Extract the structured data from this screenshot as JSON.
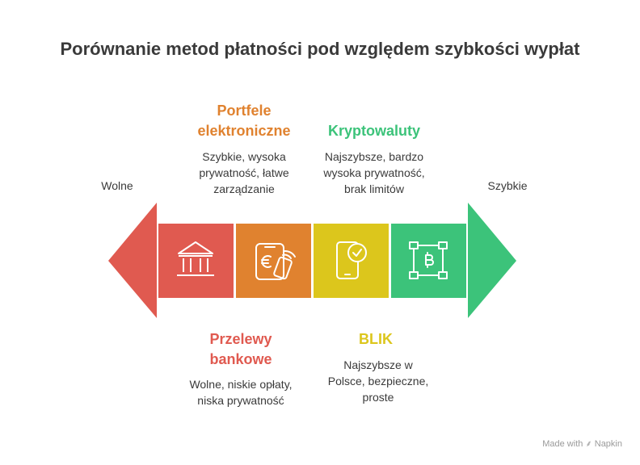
{
  "title": "Porównanie metod płatności pod względem szybkości wypłat",
  "scale": {
    "left_label": "Wolne",
    "right_label": "Szybkie"
  },
  "methods": [
    {
      "name": "Przelewy bankowe",
      "line1": "Przelewy",
      "line2": "bankowe",
      "desc1": "Wolne, niskie opłaty,",
      "desc2": "niska prywatność",
      "color": "#e05a50",
      "icon": "bank-icon"
    },
    {
      "name": "Portfele elektroniczne",
      "line1": "Portfele",
      "line2": "elektroniczne",
      "desc1": "Szybkie, wysoka",
      "desc2": "prywatność, łatwe",
      "desc3": "zarządzanie",
      "color": "#e0822f",
      "icon": "e-wallet-icon"
    },
    {
      "name": "BLIK",
      "line1": "BLIK",
      "desc1": "Najszybsze w",
      "desc2": "Polsce, bezpieczne,",
      "desc3": "proste",
      "color": "#dcc61c",
      "icon": "phone-check-icon"
    },
    {
      "name": "Kryptowaluty",
      "line1": "Kryptowaluty",
      "desc1": "Najszybsze, bardzo",
      "desc2": "wysoka prywatność,",
      "desc3": "brak limitów",
      "color": "#3cc37a",
      "icon": "crypto-network-icon"
    }
  ],
  "footer": {
    "made_with": "Made with",
    "brand": "Napkin"
  }
}
